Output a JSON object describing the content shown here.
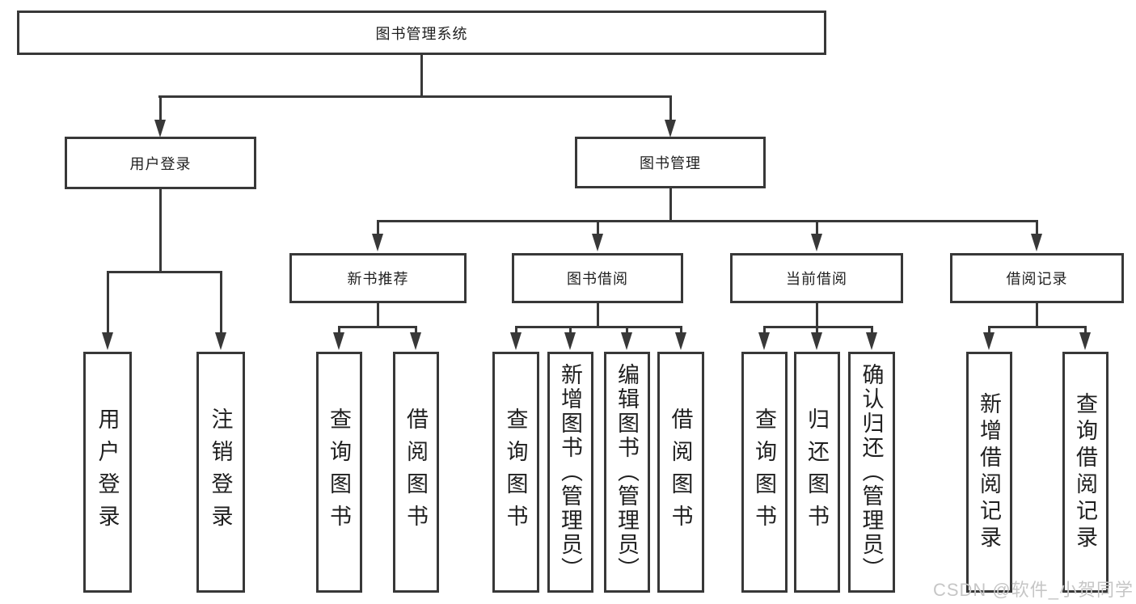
{
  "diagram": {
    "root": {
      "label": "图书管理系统"
    },
    "branches": [
      {
        "label": "用户登录",
        "children": [
          {
            "label": "用户登录"
          },
          {
            "label": "注销登录"
          }
        ]
      },
      {
        "label": "图书管理",
        "children": [
          {
            "label": "新书推荐",
            "children": [
              {
                "label": "查询图书"
              },
              {
                "label": "借阅图书"
              }
            ]
          },
          {
            "label": "图书借阅",
            "children": [
              {
                "label": "查询图书"
              },
              {
                "label": "新增图书（管理员）"
              },
              {
                "label": "编辑图书（管理员）"
              },
              {
                "label": "借阅图书"
              }
            ]
          },
          {
            "label": "当前借阅",
            "children": [
              {
                "label": "查询图书"
              },
              {
                "label": "归还图书"
              },
              {
                "label": "确认归还（管理员）"
              }
            ]
          },
          {
            "label": "借阅记录",
            "children": [
              {
                "label": "新增借阅记录"
              },
              {
                "label": "查询借阅记录"
              }
            ]
          }
        ]
      }
    ]
  },
  "watermark": {
    "text": "CSDN @软件_小贺同学"
  },
  "colors": {
    "line": "#383838",
    "text": "#1f1f1f",
    "watermark": "#c6c6c6",
    "background": "#ffffff"
  }
}
